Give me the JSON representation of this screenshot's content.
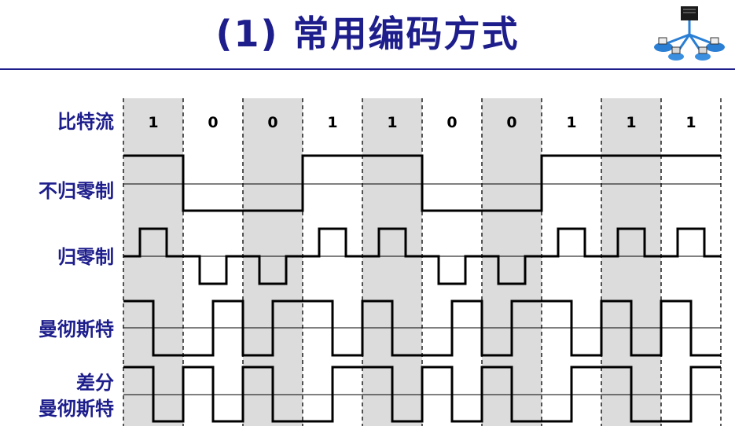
{
  "title": "(1) 常用编码方式",
  "rows": {
    "bitstream": "比特流",
    "nrz": "不归零制",
    "rz": "归零制",
    "manchester": "曼彻斯特",
    "diff_manchester_line1": "差分",
    "diff_manchester_line2": "曼彻斯特"
  },
  "bits": [
    "1",
    "0",
    "0",
    "1",
    "1",
    "0",
    "0",
    "1",
    "1",
    "1"
  ],
  "colors": {
    "title": "#1d1d8c",
    "label": "#1d1d8c",
    "shade": "#dcdcdc",
    "signal": "#000000"
  },
  "logo_icon": "network-topology-icon"
}
